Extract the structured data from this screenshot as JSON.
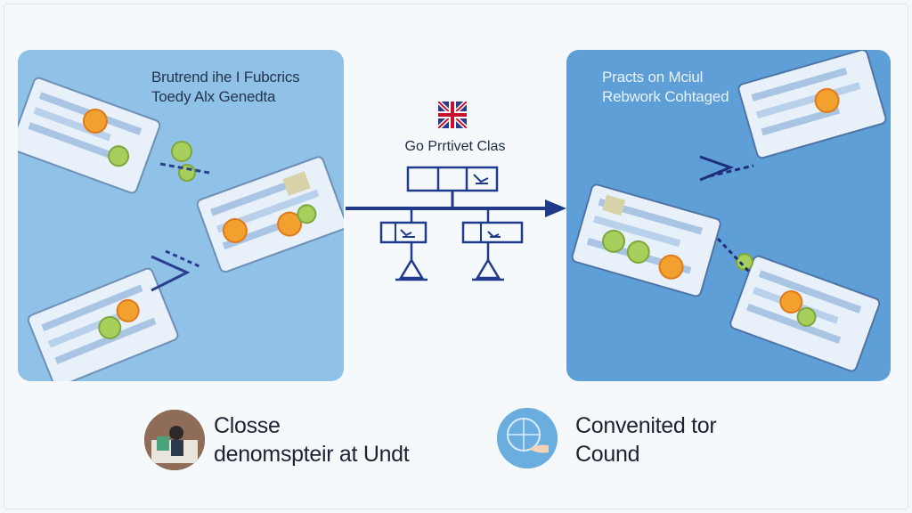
{
  "left_panel": {
    "title_line1": "Brutrend ihe I Fubcrics",
    "title_line2": "Toedy Alx Genedta"
  },
  "center": {
    "label": "Go Prrtivet Clas",
    "flag_icon": "uk-flag-icon"
  },
  "right_panel": {
    "title_line1": "Practs on Mciul",
    "title_line2": "Rebwork Cohtaged"
  },
  "captions": {
    "left_line1": "Closse",
    "left_line2": "denomspteir at Undt",
    "right_line1": "Convenited tor",
    "right_line2": "Cound"
  },
  "colors": {
    "left_panel": "#90c1e6",
    "right_panel": "#5f9fd8",
    "diagram_blue": "#1f3a8a",
    "coin_orange": "#f2a12e",
    "coin_green": "#a6cf5b"
  }
}
